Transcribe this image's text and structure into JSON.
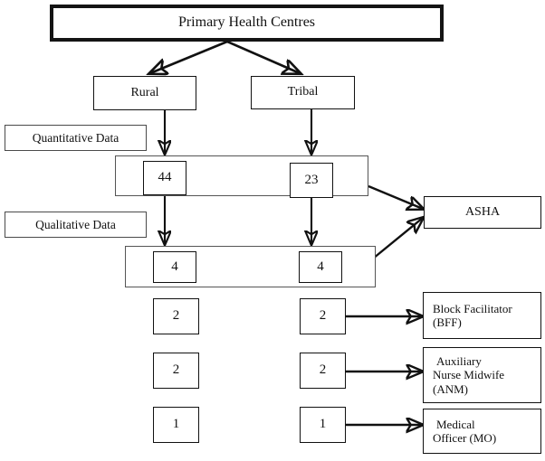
{
  "diagram": {
    "type": "flowchart",
    "title_node": {
      "label": "Primary Health Centres"
    },
    "branches": [
      {
        "id": "rural",
        "label": "Rural"
      },
      {
        "id": "tribal",
        "label": "Tribal"
      }
    ],
    "stage_labels": [
      {
        "id": "quantitative",
        "label": "Quantitative Data"
      },
      {
        "id": "qualitative",
        "label": "Qualitative Data"
      }
    ],
    "quantitative_row": {
      "rural_count": "44",
      "tribal_count": "23"
    },
    "qualitative_row": {
      "rural_count": "4",
      "tribal_count": "4"
    },
    "role_rows": [
      {
        "rural_count": "2",
        "tribal_count": "2",
        "role": "Block Facilitator (BFF)"
      },
      {
        "rural_count": "2",
        "tribal_count": "2",
        "role": "Auxiliary Nurse Midwife (ANM)"
      },
      {
        "rural_count": "1",
        "tribal_count": "1",
        "role": "Medical Officer (MO)"
      }
    ],
    "roles": {
      "asha": "ASHA",
      "bff_line1": "Block Facilitator",
      "bff_line2": "(BFF)",
      "anm_line1": "Auxiliary",
      "anm_line2": "Nurse Midwife",
      "anm_line3": "(ANM)",
      "mo_line1": "Medical",
      "mo_line2": "Officer (MO)"
    },
    "colors": {
      "stroke": "#111111",
      "container_stroke": "#555555",
      "background": "#ffffff"
    }
  }
}
